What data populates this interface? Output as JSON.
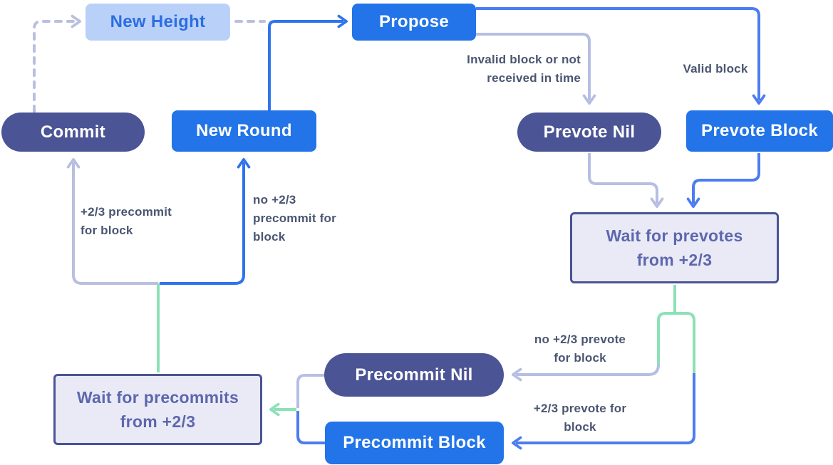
{
  "colors": {
    "background": "#FFFFFF",
    "node_blue": "#2274E8",
    "node_slate": "#4B5494",
    "node_light_fill": "#B9D1F9",
    "node_light_text": "#2B6EE2",
    "wait_fill": "#EAEAF6",
    "wait_border": "#4A5394",
    "wait_text": "#5D67AE",
    "arrow_gray": "#B9BFDE",
    "arrow_lavender": "#B7BEE4",
    "arrow_blue": "#2F74EC",
    "arrow_medium_blue": "#4C7DF0",
    "arrow_green": "#8CE1B6",
    "label_text": "#4A5571"
  },
  "nodes": {
    "new_height": {
      "label": "New Height"
    },
    "propose": {
      "label": "Propose"
    },
    "commit": {
      "label": "Commit"
    },
    "new_round": {
      "label": "New Round"
    },
    "prevote_nil": {
      "label": "Prevote Nil"
    },
    "prevote_block": {
      "label": "Prevote Block"
    },
    "wait_prevotes": {
      "label": "Wait for prevotes\nfrom +2/3"
    },
    "precommit_nil": {
      "label": "Precommit Nil"
    },
    "precommit_block": {
      "label": "Precommit Block"
    },
    "wait_precommits": {
      "label": "Wait for precommits\nfrom +2/3"
    }
  },
  "edge_labels": {
    "invalid_block": "Invalid block or not\nreceived in time",
    "valid_block": "Valid block",
    "precommit_for_block": "+2/3 precommit\nfor block",
    "no_precommit_for_block": "no +2/3\nprecommit for\nblock",
    "no_prevote_for_block": "no +2/3 prevote\nfor block",
    "prevote_for_block": "+2/3 prevote for\nblock"
  }
}
